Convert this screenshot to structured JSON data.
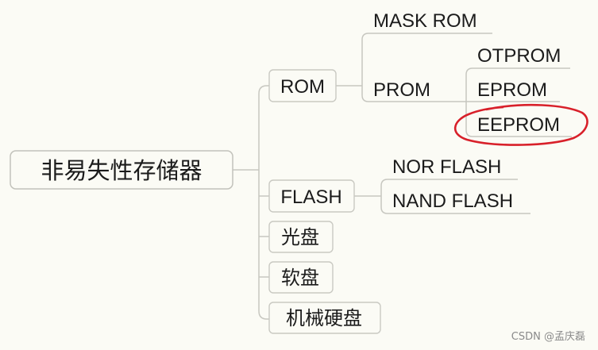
{
  "root": {
    "label": "非易失性存储器"
  },
  "branches": {
    "rom": {
      "label": "ROM"
    },
    "flash": {
      "label": "FLASH"
    },
    "optical_disc": {
      "label": "光盘"
    },
    "floppy_disk": {
      "label": "软盘"
    },
    "hard_disk": {
      "label": "机械硬盘"
    }
  },
  "rom_children": {
    "mask_rom": {
      "label": "MASK ROM"
    },
    "prom": {
      "label": "PROM"
    }
  },
  "prom_children": {
    "otprom": {
      "label": "OTPROM"
    },
    "eprom": {
      "label": "EPROM"
    },
    "eeprom": {
      "label": "EEPROM"
    }
  },
  "flash_children": {
    "nor_flash": {
      "label": "NOR FLASH"
    },
    "nand_flash": {
      "label": "NAND FLASH"
    }
  },
  "highlight": {
    "target": "EEPROM",
    "color": "#d8202a"
  },
  "watermark": {
    "text": "CSDN @孟庆磊"
  }
}
